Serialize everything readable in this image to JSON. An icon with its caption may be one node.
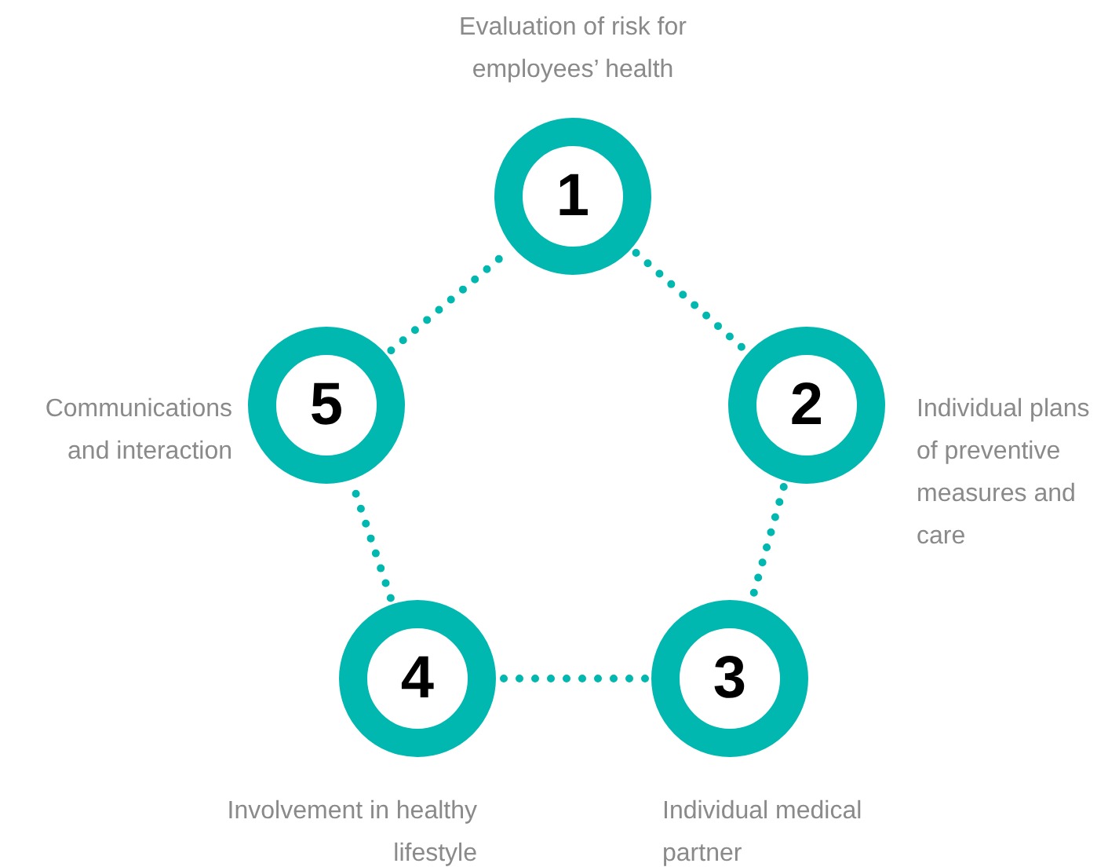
{
  "diagram": {
    "nodes": [
      {
        "text": [
          "1"
        ],
        "beside": [
          "Evaluation of risk for employees’ health"
        ]
      },
      {
        "text": [
          "2"
        ],
        "beside": [
          "Individual plans of preventive measures and care"
        ]
      },
      {
        "text": [
          "3"
        ],
        "beside": [
          "Individual medical partner"
        ]
      },
      {
        "text": [
          "4"
        ],
        "beside": [
          "Involvement in healthy lifestyle"
        ]
      },
      {
        "text": [
          "5"
        ],
        "beside": [
          "Communications and interaction"
        ]
      }
    ],
    "edges": [
      {
        "from": 0,
        "to": 1,
        "arrow": "none"
      },
      {
        "from": 1,
        "to": 2,
        "arrow": "none"
      },
      {
        "from": 2,
        "to": 3,
        "arrow": "none"
      },
      {
        "from": 3,
        "to": 4,
        "arrow": "none"
      },
      {
        "from": 4,
        "to": 0,
        "arrow": "none"
      }
    ]
  }
}
